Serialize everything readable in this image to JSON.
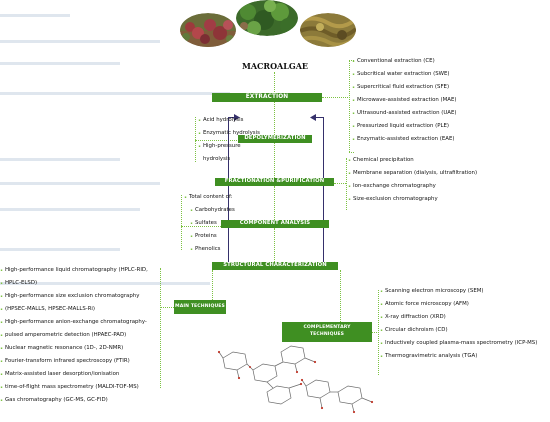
{
  "title": "MACROALGAE",
  "steps": {
    "extraction": "EXTRACTION",
    "depolymerization": "DEPOLYMERIZATION",
    "fractionation": "FRACTIONATION &PURIFICATION",
    "component_analysis": "COMPONENT ANALYSIS",
    "structural": "STRUCTURAL CHARACTERIZATION",
    "main_techniques": "MAIN TECHNIQUES",
    "complementary_line1": "COMPLEMENTARY",
    "complementary_line2": "TECHNIQUES"
  },
  "extraction_methods": [
    "Conventional extraction (CE)",
    "Subcritical water extraction (SWE)",
    "Supercritical fluid extraction (SFE)",
    "Microwave-assisted extraction (MAE)",
    "Ultrasound-assisted extraction (UAE)",
    "Pressurized liquid extraction (PLE)",
    "Enzymatic-assisted extraction (EAE)"
  ],
  "depolymerization_methods": {
    "acid": "Acid hydrolysis",
    "enzymatic": "Enzymatic hydrolysis",
    "high_pressure_1": "High-pressure",
    "high_pressure_2": "hydrolysis"
  },
  "fractionation_methods": [
    "Chemical precipitation",
    "Membrane separation (dialysis, ultrafiltration)",
    "Ion-exchange chromatography",
    "Size-exclusion chromatography"
  ],
  "component_analysis": {
    "header": "Total content of:",
    "items": [
      "Carbohydrates",
      "Sulfates",
      "Proteins",
      "Phenolics"
    ]
  },
  "main_techniques": [
    "High-performance liquid chromatography (HPLC-RID,",
    "HPLC-ELSD)",
    "High-performance size exclusion chromatography",
    "(HPSEC-MALLS, HPSEC-MALLS-Ri)",
    "High-performance anion-exchange chromatography-",
    "pulsed amperometric detection (HPAEC-PAD)",
    "Nuclear magnetic resonance (1D-, 2D-NMR)",
    "Fourier-transform infrared spectroscopy (FTIR)",
    "Matrix-assisted laser desorption/ionisation",
    "time-of-flight mass spectrometry (MALDI-TOF-MS)",
    "Gas chromatography (GC-MS, GC-FID)"
  ],
  "complementary_techniques": [
    "Scanning electron microscopy (SEM)",
    "Atomic force microscopy (AFM)",
    "X-ray diffraction (XRD)",
    "Circular dichroism (CD)",
    "Inductively coupled plasma-mass spectrometry (ICP-MS)",
    "Thermogravimetric analysis (TGA)"
  ],
  "colors": {
    "box_green": "#3f8f22",
    "dotted_green": "#7dc243",
    "arrow_navy": "#35306b"
  }
}
